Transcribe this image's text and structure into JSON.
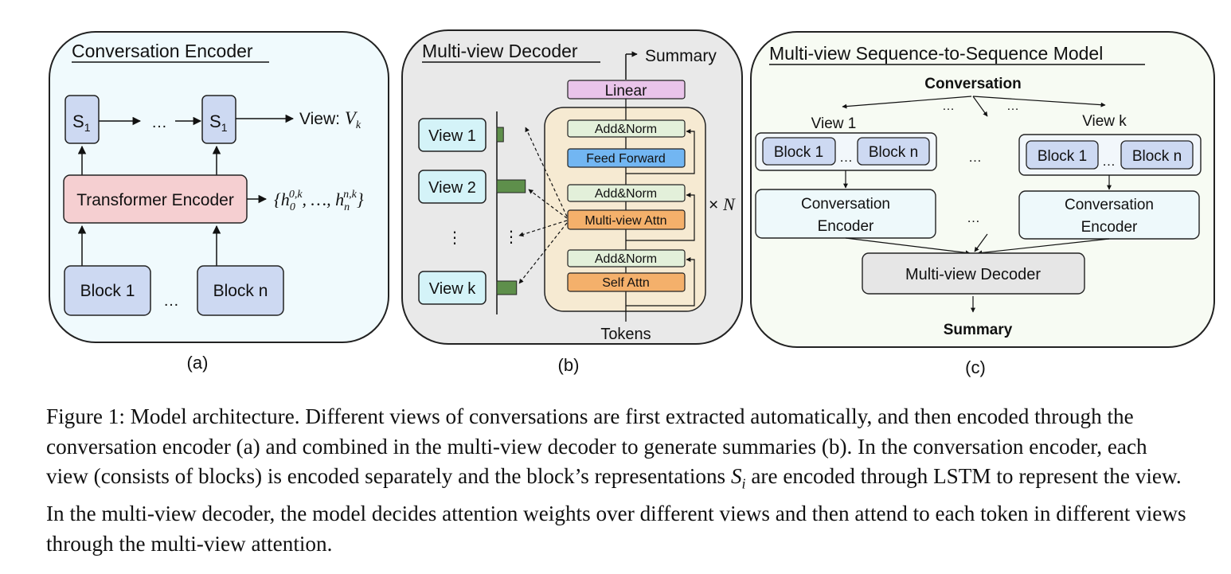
{
  "colors": {
    "panel_a_fill": "#f0fafd",
    "panel_b_fill": "#e9e9e9",
    "panel_c_fill": "#f7fbf3",
    "blue_box": "#cdd9f2",
    "pink_box": "#f5cfd1",
    "cyan_box": "#d4f3f8",
    "green_box": "#e3f0da",
    "feedforward": "#72b6f2",
    "orange_box": "#f4b06b",
    "purple_box": "#e9c4ea",
    "tan_box": "#f6ead2",
    "green_bar": "#5e8f4b",
    "gray_box": "#e6e6e6"
  },
  "panel_a": {
    "title": "Conversation Encoder",
    "s_label": "S",
    "s_sub": "1",
    "dots": "…",
    "view_label": "View: ",
    "view_var": "V",
    "view_sub": "k",
    "transformer": "Transformer Encoder",
    "hidden": "{h",
    "hidden_sub0": "0",
    "hidden_sup0": "0,k",
    "hidden_mid": ", …, h",
    "hidden_subn": "n",
    "hidden_supn": "n,k",
    "hidden_end": "}",
    "block1": "Block 1",
    "blockn": "Block n",
    "caption": "(a)"
  },
  "panel_b": {
    "title": "Multi-view Decoder",
    "summary": "Summary",
    "linear": "Linear",
    "add_norm": "Add&Norm",
    "feed_forward": "Feed Forward",
    "mv_attn": "Multi-view Attn",
    "self_attn": "Self Attn",
    "times_n": "× N",
    "tokens": "Tokens",
    "views": [
      "View 1",
      "View 2",
      "View k"
    ],
    "vdots": "⋮",
    "attention_weights": [
      0.15,
      0.65,
      0.45
    ],
    "caption": "(b)"
  },
  "panel_c": {
    "title": "Multi-view Sequence-to-Sequence Model",
    "conversation": "Conversation",
    "view1": "View 1",
    "viewk": "View k",
    "dots": "…",
    "block1": "Block 1",
    "blockn": "Block n",
    "conv_encoder_l1": "Conversation",
    "conv_encoder_l2": "Encoder",
    "decoder": "Multi-view Decoder",
    "summary": "Summary",
    "caption": "(c)"
  },
  "figure_caption": {
    "p1": "Figure 1: Model architecture. Different views of conversations are first extracted automatically, and then encoded through the conversation encoder (a) and combined in the multi-view decoder to generate summaries (b). In the conversation encoder, each view (consists of blocks) is encoded separately and the block’s representations ",
    "var": "S",
    "var_sub": "i",
    "p2": " are encoded through LSTM to represent the view. In the multi-view decoder, the model decides attention weights over different views and then attend to each token in different views through the multi-view attention."
  }
}
